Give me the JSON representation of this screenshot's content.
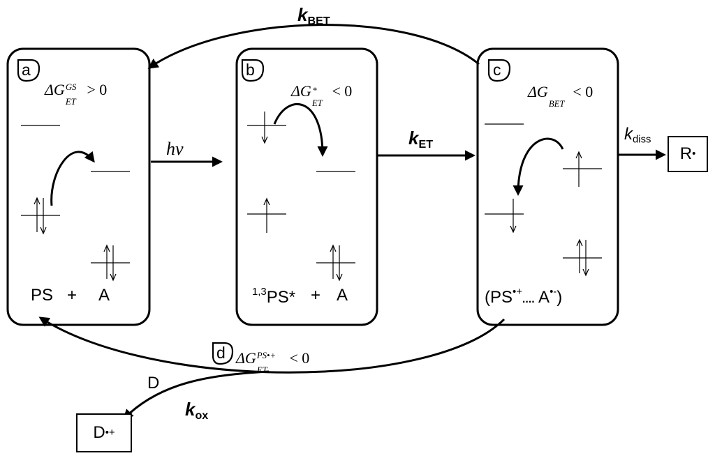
{
  "panels": {
    "a": {
      "badge": "a",
      "energy": {
        "delta": "ΔG",
        "sub": "ET",
        "sup": "GS",
        "relation": "> 0"
      },
      "species": {
        "ps": "PS",
        "plus": "+",
        "acceptor": "A"
      }
    },
    "b": {
      "badge": "b",
      "energy": {
        "delta": "ΔG",
        "sub": "ET",
        "sup": "*",
        "relation": "< 0"
      },
      "species": {
        "ps_sup": "1,3",
        "ps": "PS*",
        "plus": "+",
        "acceptor": "A"
      }
    },
    "c": {
      "badge": "c",
      "energy": {
        "delta": "ΔG",
        "sub": "BET",
        "relation": "< 0"
      },
      "species": {
        "open": "(PS",
        "ps_sup": "•+",
        "dots": "....",
        "acceptor": " A",
        "acceptor_sup": "•-",
        "close": ")"
      }
    },
    "d": {
      "badge": "d",
      "energy": {
        "delta": "ΔG",
        "sub": "ET",
        "sup": "PS•+",
        "relation": "< 0"
      }
    }
  },
  "arrows": {
    "k_bet": {
      "k": "k",
      "sub": "BET"
    },
    "hv": "hν",
    "k_et": {
      "k": "k",
      "sub": "ET"
    },
    "k_diss": {
      "k": "k",
      "sub": "diss"
    },
    "k_ox": {
      "k": "k",
      "sub": "ox"
    },
    "donor": "D"
  },
  "products": {
    "radical": {
      "label": "R",
      "sup": "•"
    },
    "donor_cation": {
      "label": "D",
      "sup": "•+"
    }
  },
  "colors": {
    "stroke": "#000000",
    "background": "#ffffff"
  }
}
